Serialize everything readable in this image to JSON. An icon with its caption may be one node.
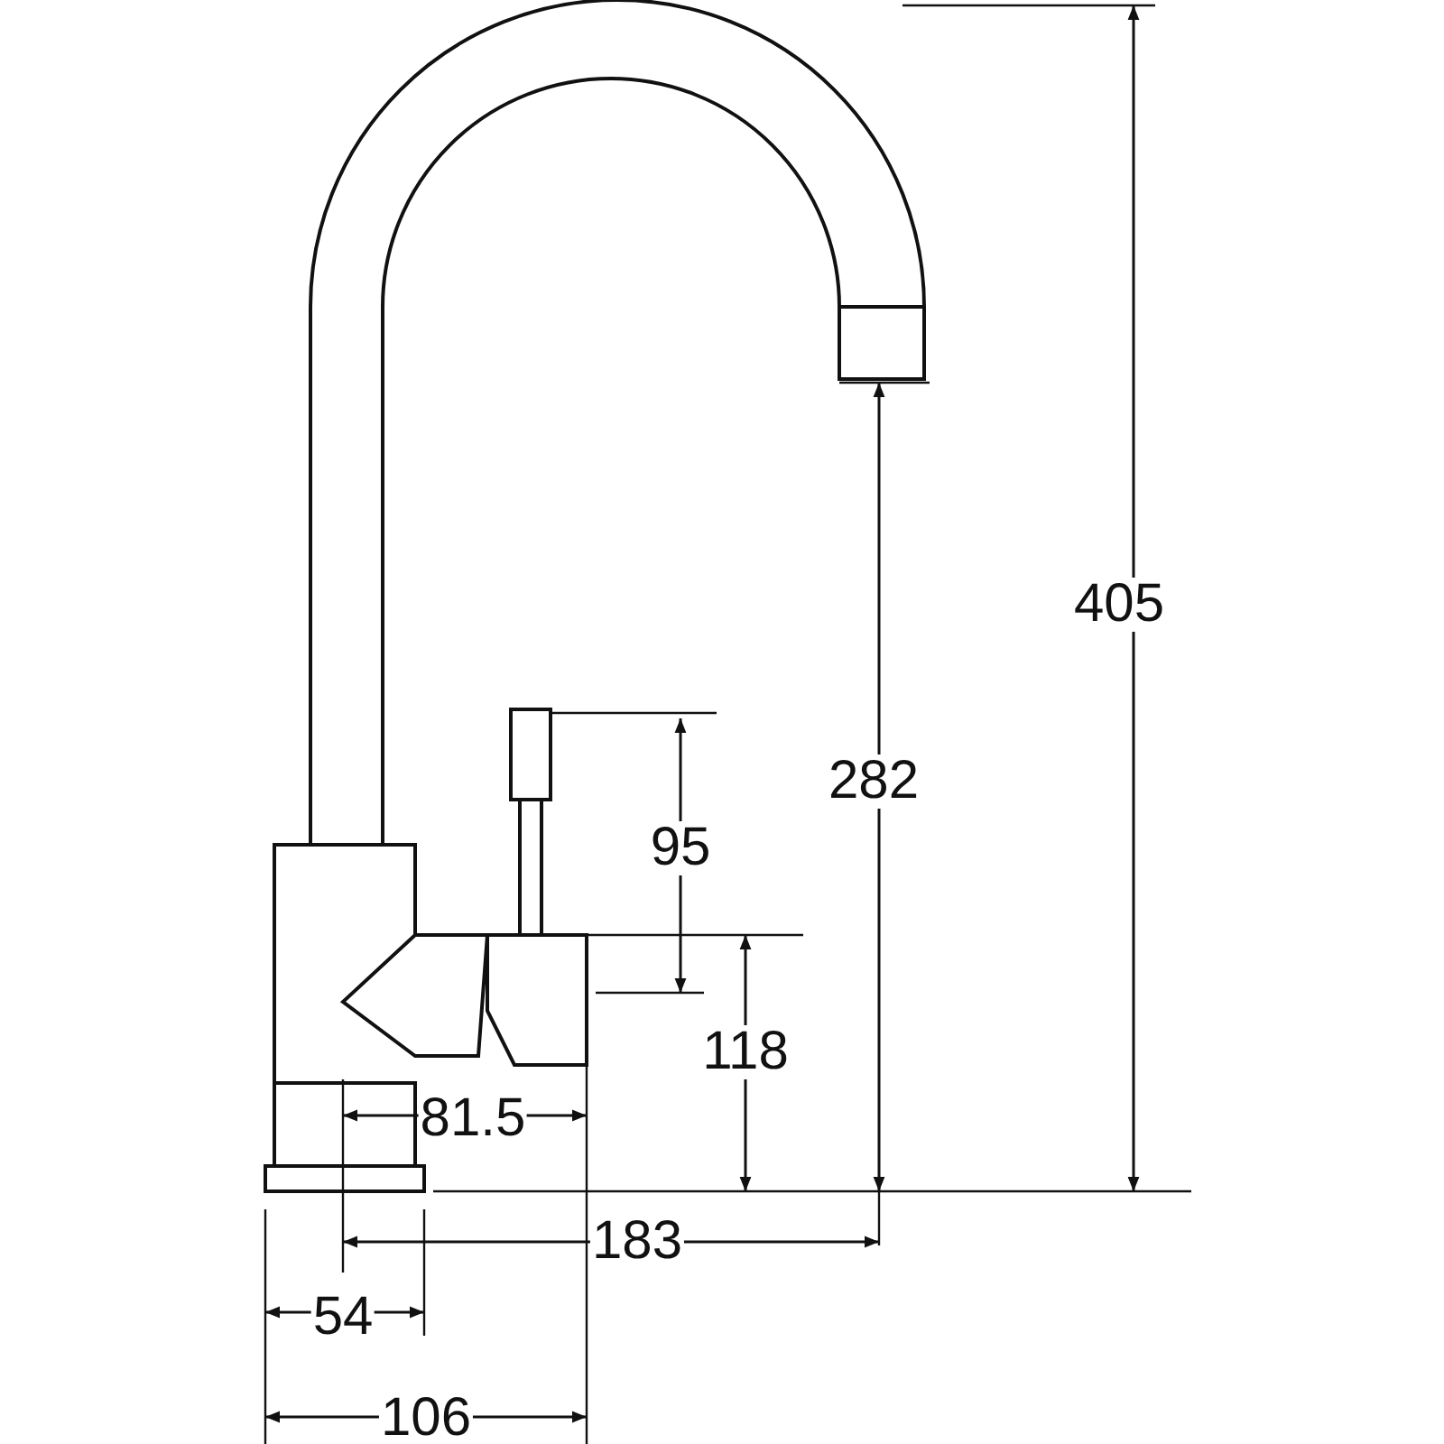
{
  "diagram": {
    "labels": [
      "405",
      "282",
      "95",
      "118",
      "81.5",
      "183",
      "54",
      "106"
    ]
  }
}
